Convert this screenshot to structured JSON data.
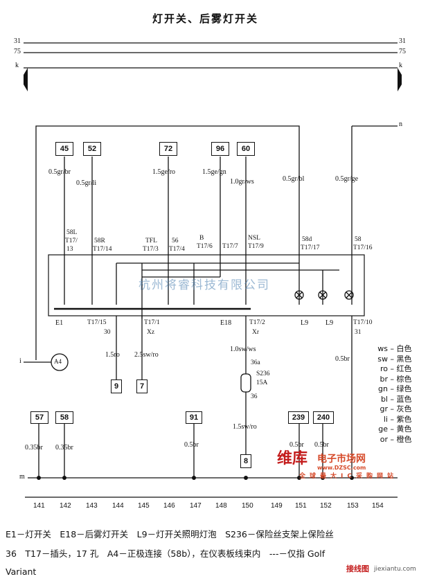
{
  "title": "灯开关、后雾灯开关",
  "rails": {
    "r31": "31",
    "r75": "75",
    "rk": "k",
    "rn": "n",
    "rm": "m",
    "ri": "i"
  },
  "top_boxes": [
    {
      "id": "45",
      "wire": "0.5gr/br",
      "pin": "58L"
    },
    {
      "id": "52",
      "wire": "0.5gr/li",
      "pin": "58R"
    },
    {
      "id": "72",
      "wire": "1.5ge/ro",
      "pin": "56"
    },
    {
      "id": "96",
      "wire": "1.5ge/gn",
      "pin": "B"
    },
    {
      "id": "60",
      "wire": "1.0gr/ws",
      "pin": "NSL"
    }
  ],
  "right_wires": [
    {
      "wire": "0.5gr/bl",
      "pin": "58d",
      "plug": "T17/17"
    },
    {
      "wire": "0.5gr/ge",
      "pin": "58",
      "plug": "T17/16"
    }
  ],
  "plugs": {
    "p13": "T17/",
    "p13b": "13",
    "p14": "T17/14",
    "tfl": "TFL",
    "p3": "T17/3",
    "p4": "T17/4",
    "p6": "T17/6",
    "p7": "T17/7",
    "p9": "T17/9"
  },
  "switch_labels": {
    "e1": "E1",
    "p15": "T17/15",
    "n30": "30",
    "p1": "T17/1",
    "xz": "Xz",
    "e18": "E18",
    "p2": "T17/2",
    "xr": "Xr",
    "l9a": "L9",
    "l9b": "L9",
    "p10": "T17/10",
    "n31": "31"
  },
  "lower_wires": {
    "w15ro": "1.5ro",
    "w25": "2.5sw/ro",
    "w10sw": "1.0sw/ws",
    "n36a": "36a",
    "s236": "S236",
    "a15": "15A",
    "n36": "36",
    "w15sw": "1.5sw/ro",
    "w05br": "0.5br",
    "a4": "A4"
  },
  "lower_boxes": [
    "9",
    "7",
    "8"
  ],
  "bottom_boxes": [
    {
      "id": "57",
      "wire": "0.35br"
    },
    {
      "id": "58",
      "wire": "0.35br"
    },
    {
      "id": "91",
      "wire": "0.5br"
    },
    {
      "id": "239",
      "wire": "0.5br"
    },
    {
      "id": "240",
      "wire": "0.5br"
    }
  ],
  "color_legend": [
    {
      "code": "ws",
      "name": "白色"
    },
    {
      "code": "sw",
      "name": "黑色"
    },
    {
      "code": "ro",
      "name": "红色"
    },
    {
      "code": "br",
      "name": "棕色"
    },
    {
      "code": "gn",
      "name": "绿色"
    },
    {
      "code": "bl",
      "name": "蓝色"
    },
    {
      "code": "gr",
      "name": "灰色"
    },
    {
      "code": "li",
      "name": "紫色"
    },
    {
      "code": "ge",
      "name": "黄色"
    },
    {
      "code": "or",
      "name": "橙色"
    }
  ],
  "positions": [
    "141",
    "142",
    "143",
    "144",
    "145",
    "146",
    "147",
    "148",
    "150",
    "149",
    "151",
    "152",
    "153",
    "154"
  ],
  "watermark": "杭州将睿科技有限公司",
  "brand": {
    "logo": "维库",
    "site": "电子市场网",
    "url": "www.DZSC.com",
    "slogan": "全球最大IC采购网站",
    "corner": "接线图",
    "corner_url": "jiexiantu.com"
  },
  "footer": {
    "line1": "E1－灯开关　E18－后雾灯开关　L9－灯开关照明灯泡　S236－保险丝支架上保险丝",
    "line2": "36　T17－插头，17 孔　A4－正极连接（58b），在仪表板线束内　‐‐‐－仅指 Golf",
    "line3": "Variant"
  }
}
